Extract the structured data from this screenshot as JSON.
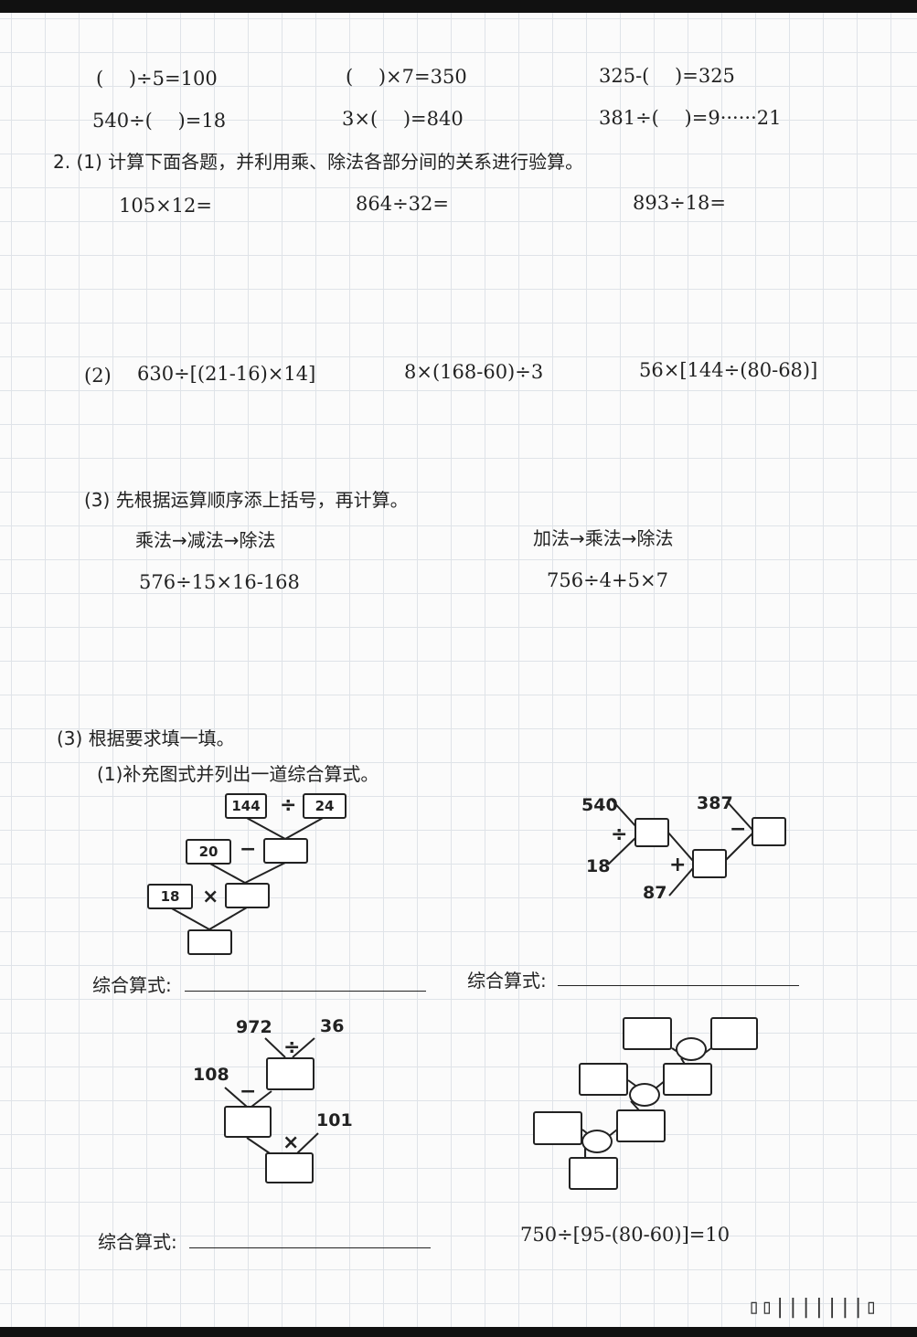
{
  "row1": [
    "(　 )÷5=100",
    "(　 )×7=350",
    "325-(　 )=325"
  ],
  "row2": [
    "540÷(　 )=18",
    "3×(　 )=840",
    "381÷(　 )=9······21"
  ],
  "q2": {
    "title": "2. (1) 计算下面各题，并利用乘、除法各部分间的关系进行验算。",
    "p1": [
      "105×12=",
      "864÷32=",
      "893÷18="
    ],
    "p2_label": "(2)",
    "p2": [
      "630÷[(21-16)×14]",
      "8×(168-60)÷3",
      "56×[144÷(80-68)]"
    ],
    "p3_title": "(3) 先根据运算顺序添上括号，再计算。",
    "p3_orders": [
      "乘法→减法→除法",
      "加法→乘法→除法"
    ],
    "p3_exprs": [
      "576÷15×16-168",
      "756÷4+5×7"
    ]
  },
  "q3": {
    "title": "(3) 根据要求填一填。",
    "sub": "(1)补充图式并列出一道综合算式。",
    "combined_label": "综合算式:",
    "d1": {
      "a": "144",
      "op1": "÷",
      "b": "24",
      "c": "20",
      "op2": "−",
      "d": "18",
      "op3": "×"
    },
    "d2": {
      "a": "540",
      "op1": "÷",
      "b": "18",
      "c": "387",
      "op2": "−",
      "d": "87",
      "op3": "+"
    },
    "d3": {
      "a": "972",
      "op1": "÷",
      "b": "36",
      "c": "108",
      "op2": "−",
      "d": "101",
      "op3": "×"
    },
    "d4_equation": "750÷[95-(80-60)]=10"
  },
  "scan_mark": "▯▯|||||||▯"
}
